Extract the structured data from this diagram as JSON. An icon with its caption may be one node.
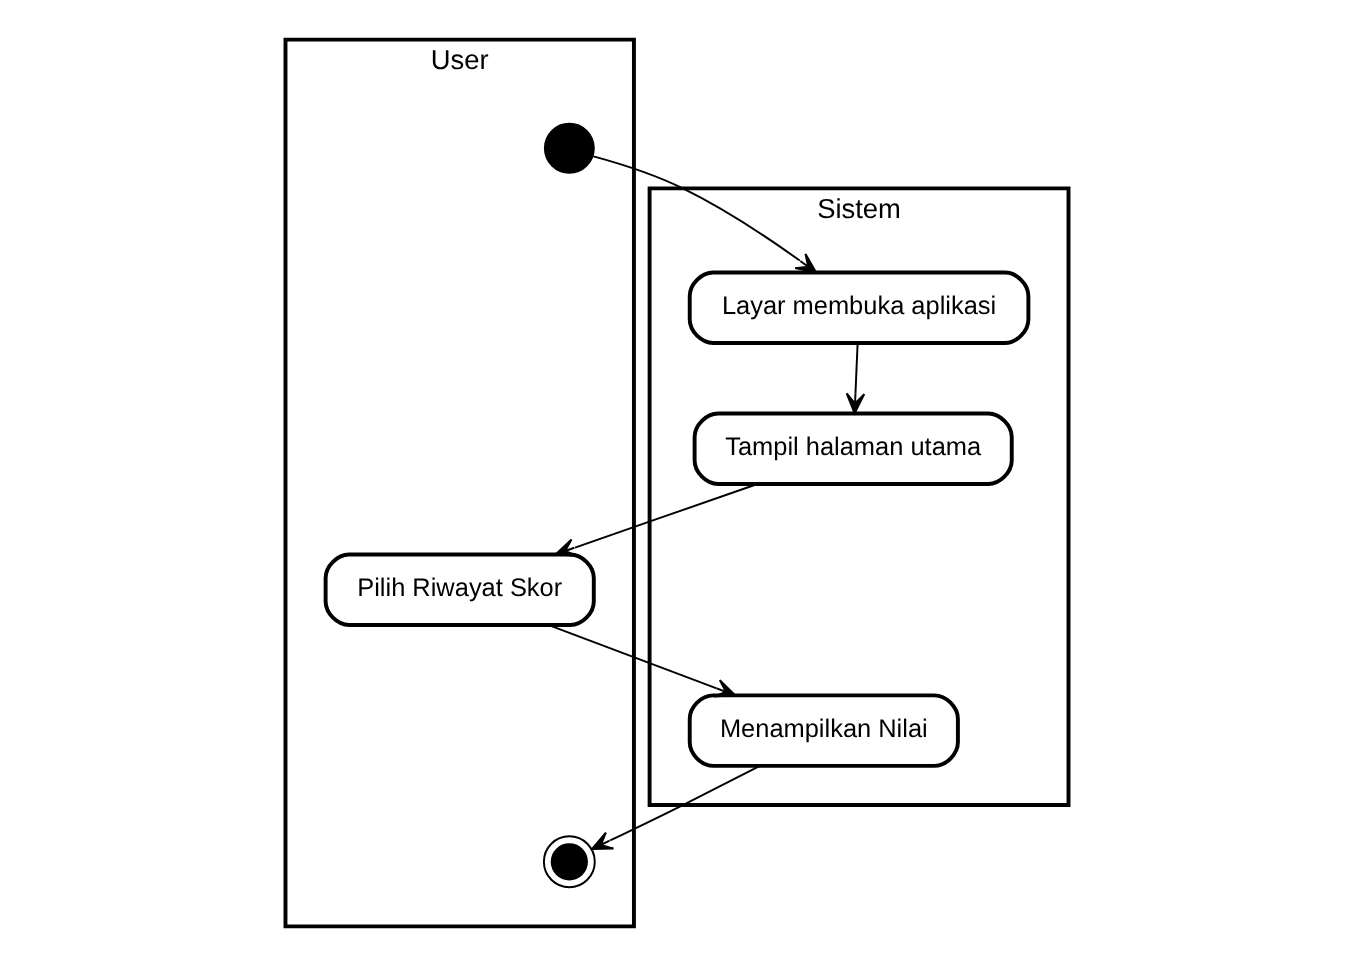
{
  "diagram": {
    "nodes": [
      {
        "text": [
          "User"
        ]
      },
      {
        "text": [
          "Sistem"
        ]
      },
      {
        "text": [],
        "shape": "circle",
        "in": 0
      },
      {
        "text": [
          "Layar membuka aplikasi"
        ],
        "in": 1
      },
      {
        "text": [
          "Tampil halaman utama"
        ],
        "in": 1
      },
      {
        "text": [
          "Pilih Riwayat Skor"
        ],
        "in": 0
      },
      {
        "text": [
          "Menampilkan Nilai"
        ],
        "in": 1
      },
      {
        "text": [],
        "shape": "bullseye",
        "in": 0
      }
    ],
    "edges": [
      {
        "from": 2,
        "to": 3,
        "arrow": "to"
      },
      {
        "from": 3,
        "to": 4,
        "arrow": "to"
      },
      {
        "from": 4,
        "to": 5,
        "arrow": "to"
      },
      {
        "from": 5,
        "to": 6,
        "arrow": "to"
      },
      {
        "from": 6,
        "to": 7,
        "arrow": "to"
      }
    ]
  }
}
